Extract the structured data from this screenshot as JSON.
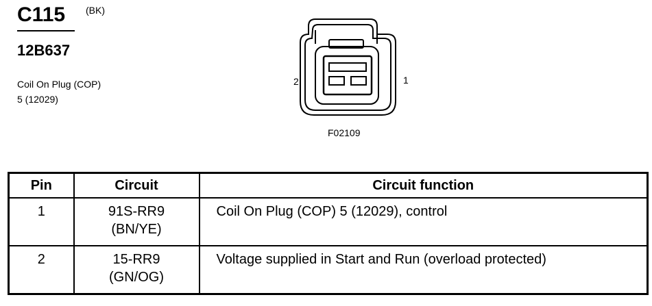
{
  "header": {
    "connector_id": "C115",
    "color_code": "(BK)",
    "part_number": "12B637",
    "component_line1": "Coil On Plug (COP)",
    "component_line2": "5 (12029)"
  },
  "diagram": {
    "pin_left": "2",
    "pin_right": "1",
    "figure_ref": "F02109"
  },
  "table": {
    "headers": {
      "pin": "Pin",
      "circuit": "Circuit",
      "function": "Circuit function"
    },
    "rows": [
      {
        "pin": "1",
        "circuit": "91S-RR9",
        "wire_color": "(BN/YE)",
        "function": "Coil On Plug (COP) 5 (12029), control"
      },
      {
        "pin": "2",
        "circuit": "15-RR9",
        "wire_color": "(GN/OG)",
        "function": "Voltage supplied in Start and Run (overload protected)"
      }
    ]
  }
}
